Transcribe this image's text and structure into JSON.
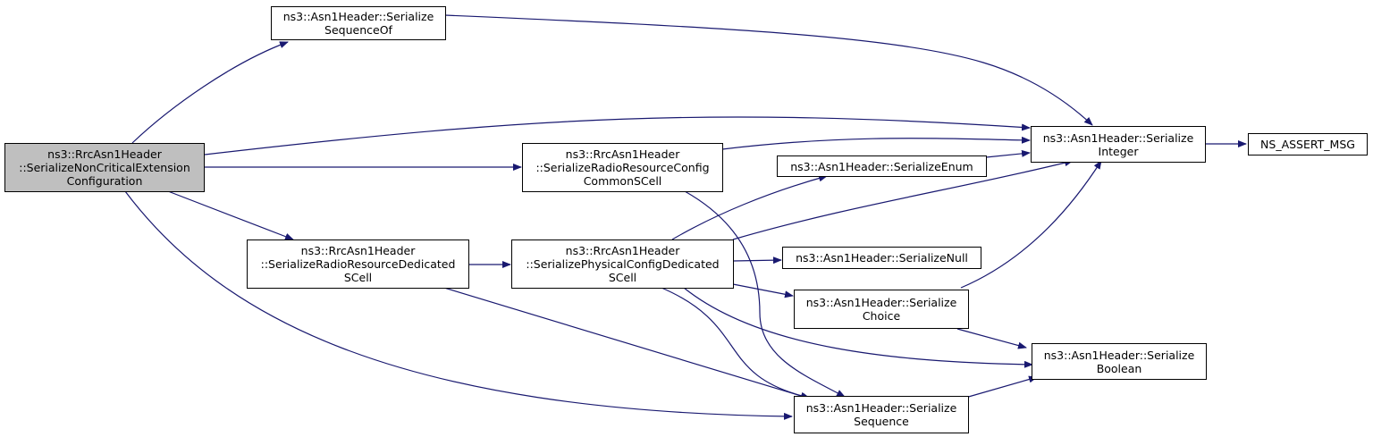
{
  "colors": {
    "edge": "#191970",
    "root_fill": "#bfbfbf",
    "node_fill": "#ffffff",
    "border": "#000000"
  },
  "nodes": {
    "root": {
      "lines": [
        "ns3::RrcAsn1Header",
        "::SerializeNonCriticalExtension",
        "Configuration"
      ]
    },
    "seq_of": {
      "lines": [
        "ns3::Asn1Header::Serialize",
        "SequenceOf"
      ]
    },
    "rr_common": {
      "lines": [
        "ns3::RrcAsn1Header",
        "::SerializeRadioResourceConfig",
        "CommonSCell"
      ]
    },
    "rr_dedicated": {
      "lines": [
        "ns3::RrcAsn1Header",
        "::SerializeRadioResourceDedicated",
        "SCell"
      ]
    },
    "phys": {
      "lines": [
        "ns3::RrcAsn1Header",
        "::SerializePhysicalConfigDedicated",
        "SCell"
      ]
    },
    "enum": {
      "lines": [
        "ns3::Asn1Header::SerializeEnum"
      ]
    },
    "null": {
      "lines": [
        "ns3::Asn1Header::SerializeNull"
      ]
    },
    "choice": {
      "lines": [
        "ns3::Asn1Header::Serialize",
        "Choice"
      ]
    },
    "integer": {
      "lines": [
        "ns3::Asn1Header::Serialize",
        "Integer"
      ]
    },
    "boolean": {
      "lines": [
        "ns3::Asn1Header::Serialize",
        "Boolean"
      ]
    },
    "sequence": {
      "lines": [
        "ns3::Asn1Header::Serialize",
        "Sequence"
      ]
    },
    "assert": {
      "lines": [
        "NS_ASSERT_MSG"
      ]
    }
  }
}
